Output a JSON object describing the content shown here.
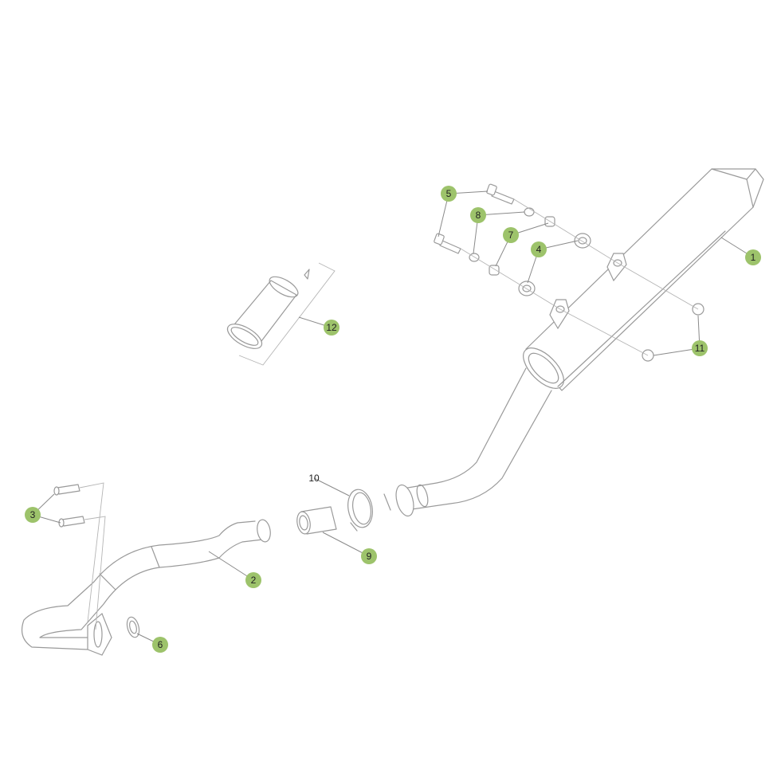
{
  "diagram": {
    "accent_color": "#9dc36b",
    "callouts": [
      {
        "id": "c1",
        "label": "1"
      },
      {
        "id": "c2",
        "label": "2"
      },
      {
        "id": "c3",
        "label": "3"
      },
      {
        "id": "c4",
        "label": "4"
      },
      {
        "id": "c5",
        "label": "5"
      },
      {
        "id": "c6",
        "label": "6"
      },
      {
        "id": "c7",
        "label": "7"
      },
      {
        "id": "c8",
        "label": "8"
      },
      {
        "id": "c9",
        "label": "9"
      },
      {
        "id": "c10",
        "label": "10"
      },
      {
        "id": "c11",
        "label": "11"
      },
      {
        "id": "c12",
        "label": "12"
      }
    ]
  }
}
